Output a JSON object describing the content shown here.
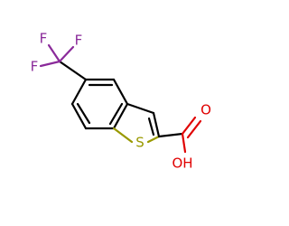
{
  "molecule": {
    "atom_labels": {
      "f_top_left": "F",
      "f_top_right": "F",
      "f_left": "F",
      "sulfur": "S",
      "oxygen_carbonyl": "O",
      "hydroxyl": "OH"
    },
    "colors": {
      "bond": "#000000",
      "fluorine": "#8a2a9a",
      "oxygen": "#e00000",
      "sulfur": "#999900"
    }
  }
}
